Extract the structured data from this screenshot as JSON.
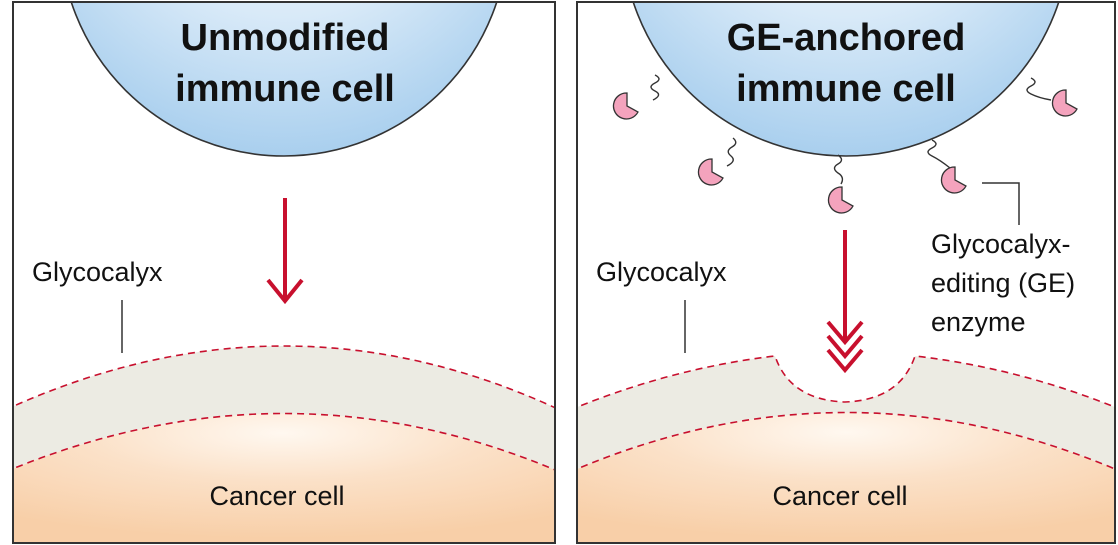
{
  "left_panel": {
    "title_line1": "Unmodified",
    "title_line2": "immune cell",
    "glycocalyx_label": "Glycocalyx",
    "cancer_label": "Cancer cell"
  },
  "right_panel": {
    "title_line1": "GE-anchored",
    "title_line2": "immune cell",
    "glycocalyx_label": "Glycocalyx",
    "enzyme_label_line1": "Glycocalyx-",
    "enzyme_label_line2": "editing (GE)",
    "enzyme_label_line3": "enzyme",
    "cancer_label": "Cancer cell"
  },
  "colors": {
    "immune_cell": "#a9cfee",
    "glycocalyx": "#ecebe3",
    "cancer_cell": "#f8cfa8",
    "arrow": "#c8102e",
    "enzyme": "#f4a3bd",
    "outline": "#333333"
  }
}
